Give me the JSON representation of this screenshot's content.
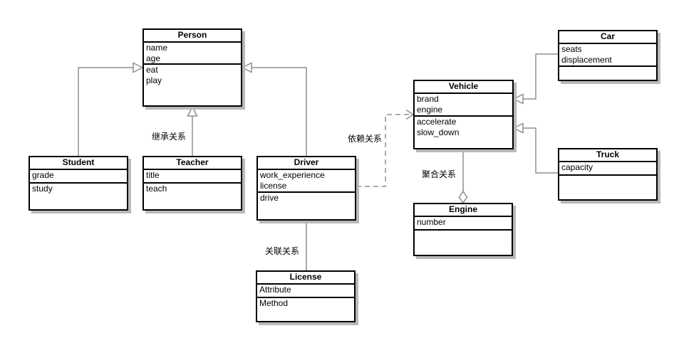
{
  "diagram": {
    "classes": {
      "person": {
        "name": "Person",
        "attributes": [
          "name",
          "age"
        ],
        "methods": [
          "eat",
          "play"
        ]
      },
      "student": {
        "name": "Student",
        "attributes": [
          "grade"
        ],
        "methods": [
          "study"
        ]
      },
      "teacher": {
        "name": "Teacher",
        "attributes": [
          "title"
        ],
        "methods": [
          "teach"
        ]
      },
      "driver": {
        "name": "Driver",
        "attributes": [
          "work_experience",
          "license"
        ],
        "methods": [
          "drive"
        ]
      },
      "license": {
        "name": "License",
        "attributes": [
          "Attribute"
        ],
        "methods": [
          "Method"
        ]
      },
      "vehicle": {
        "name": "Vehicle",
        "attributes": [
          "brand",
          "engine"
        ],
        "methods": [
          "accelerate",
          "slow_down"
        ]
      },
      "engine": {
        "name": "Engine",
        "attributes": [
          "number"
        ],
        "methods": []
      },
      "car": {
        "name": "Car",
        "attributes": [
          "seats",
          "displacement"
        ],
        "methods": []
      },
      "truck": {
        "name": "Truck",
        "attributes": [
          "capacity"
        ],
        "methods": []
      }
    },
    "relationship_labels": {
      "inheritance": "继承关系",
      "dependency": "依赖关系",
      "aggregation": "聚合关系",
      "association": "关联关系"
    },
    "colors": {
      "box_border": "#000000",
      "box_fill": "#ffffff",
      "connector": "#8f8f8f",
      "shadow": "#b9b9b9",
      "label_text": "#000000"
    }
  }
}
